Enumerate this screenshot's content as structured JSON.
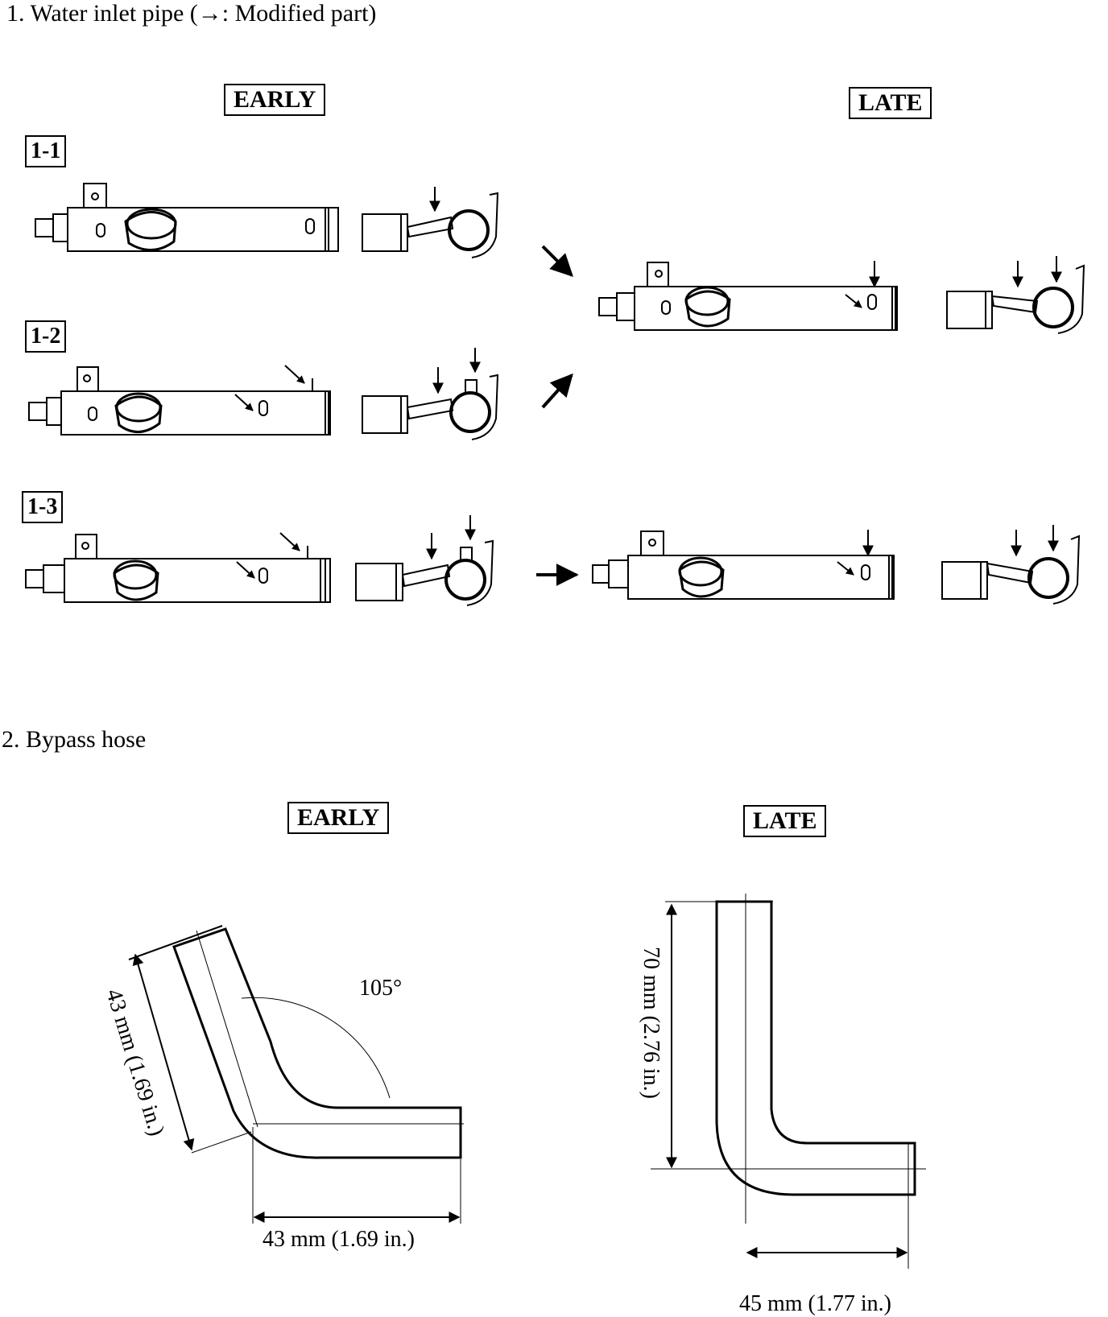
{
  "section1": {
    "heading": "1.  Water inlet pipe  (→: Modified part)",
    "early": "EARLY",
    "late": "LATE",
    "variants": [
      "1-1",
      "1-2",
      "1-3"
    ]
  },
  "section2": {
    "heading": "2.  Bypass hose",
    "early": "EARLY",
    "late": "LATE",
    "early_side": "43 mm (1.69 in.)",
    "early_bottom": "43 mm (1.69 in.)",
    "early_angle": "105°",
    "late_side": "70 mm (2.76 in.)",
    "late_bottom": "45 mm (1.77 in.)"
  }
}
